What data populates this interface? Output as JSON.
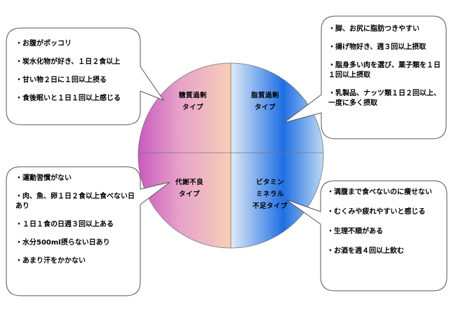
{
  "quadrants": {
    "top_left": "糖質過剰\nタイプ",
    "top_right": "脂質過剰\nタイプ",
    "bottom_left": "代謝不良\nタイプ",
    "bottom_right": "ビタミン\nミネラル\n不足タイプ"
  },
  "callouts": {
    "top_left": [
      "・お腹がポッコリ",
      "・炭水化物が好き、１日２食以上",
      "・甘い物２日に１回以上摂る",
      "・食後眠いと１日１回以上感じる"
    ],
    "top_right": [
      "・脚、お尻に脂肪つきやすい",
      "・揚げ物好き、週３回以上摂取",
      "・脂身多い肉を選び、菓子類を１日１回以上摂取",
      "・乳製品、ナッツ類１日２回以上、一度に多く摂取"
    ],
    "bottom_left": [
      "・運動習慣がない",
      "・肉、魚、卵１日２食以上食べない日あり",
      "・１日１食の日週３回以上ある",
      "・水分500ml摂らない日あり",
      "・あまり汗をかかない"
    ],
    "bottom_right": [
      "・満腹まで食べないのに痩せない",
      "・むくみや疲れやすいと感じる",
      "・生理不順がある",
      "・お酒を週４回以上飲む"
    ]
  },
  "colors": {
    "left_magenta": "#c95bbf",
    "left_pink": "#e7a2c9",
    "left_peach": "#f6d0b6",
    "right_blue": "#1f6fe4",
    "right_light": "#c3dcf3",
    "outline": "#555555"
  }
}
